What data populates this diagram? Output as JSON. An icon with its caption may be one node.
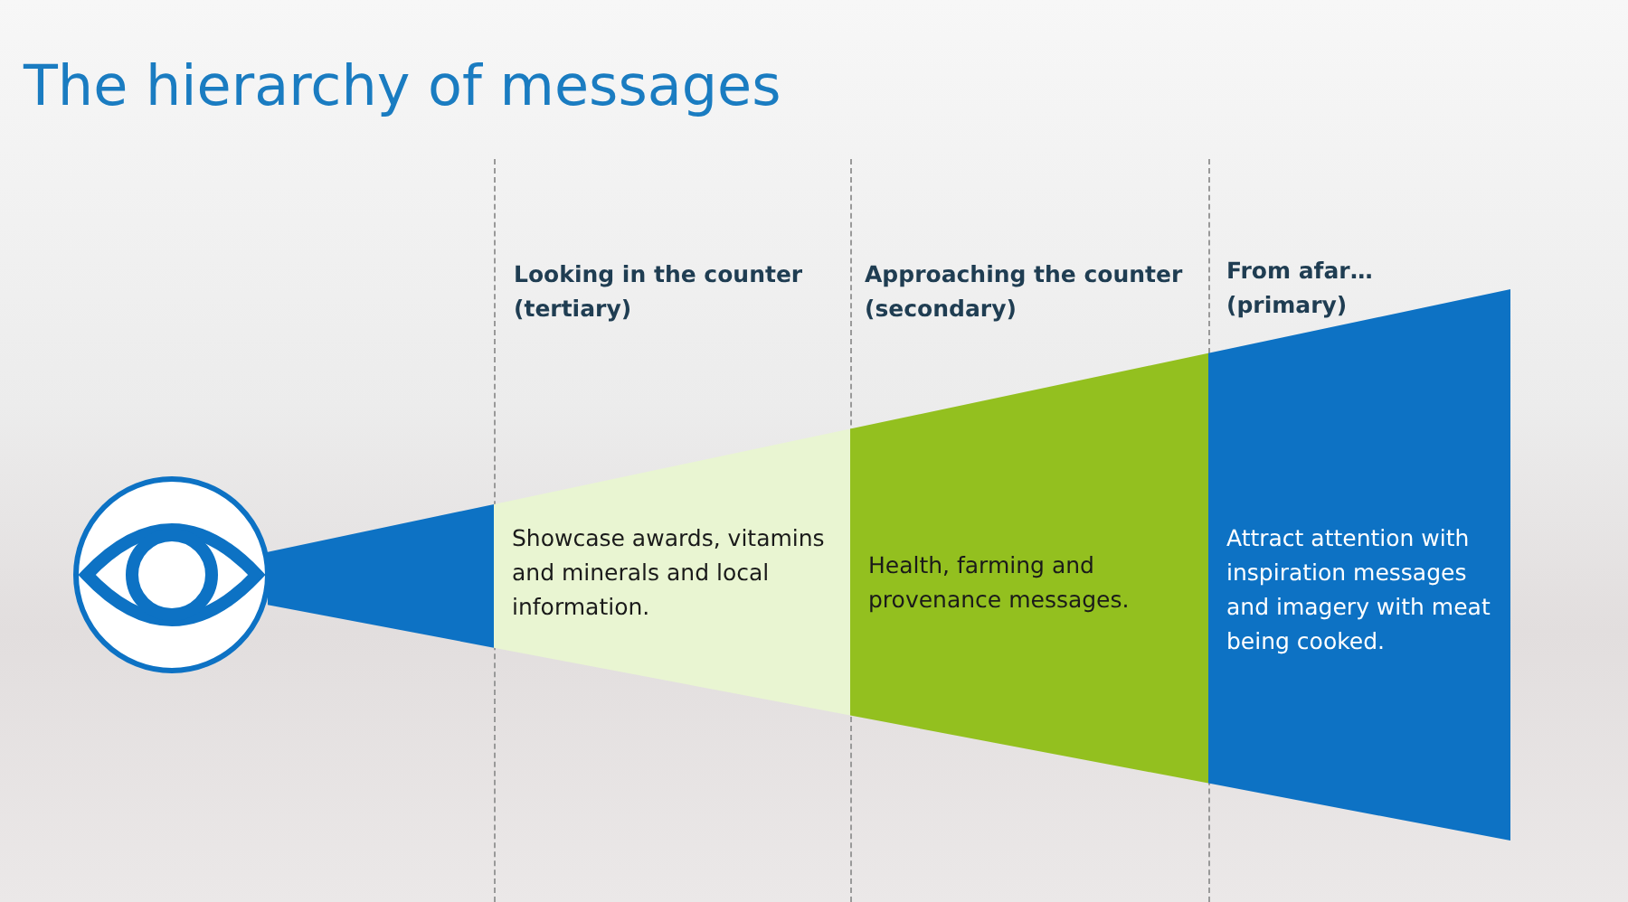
{
  "diagram": {
    "title": "The hierarchy of messages",
    "nodes": [
      {
        "text": [],
        "shape": "circle"
      },
      {
        "text": [],
        "shape": "triangle"
      },
      {
        "text": [
          "Showcase awards, vitamins and minerals and local information."
        ]
      },
      {
        "text": [
          "Health, farming and provenance messages."
        ]
      },
      {
        "text": [
          "Attract attention with inspiration messages and imagery with meat being cooked."
        ]
      }
    ],
    "labels": [
      "Looking in the counter (tertiary)",
      "Approaching the counter (secondary)",
      "From afar… (primary)"
    ]
  }
}
